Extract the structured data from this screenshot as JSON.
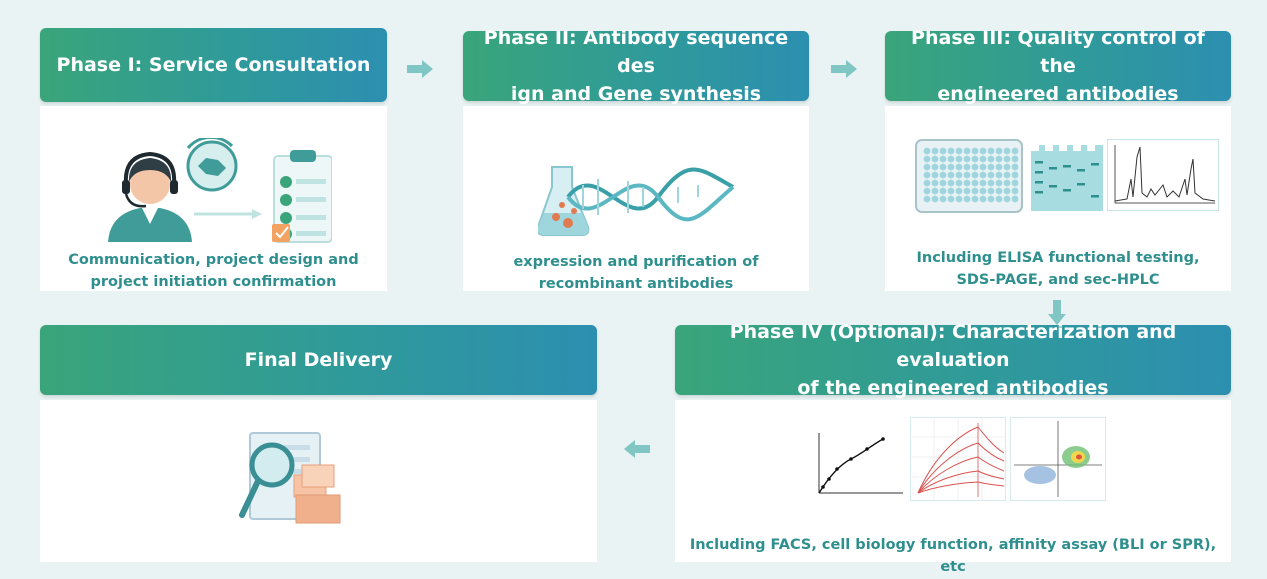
{
  "phases": [
    {
      "title": "Phase I: Service Consultation",
      "caption_lines": [
        "Communication, project design and",
        "project initiation confirmation"
      ],
      "icon": "customer-service-checklist"
    },
    {
      "title_lines": [
        "Phase II: Antibody sequence des",
        "ign and Gene synthesis"
      ],
      "caption_lines": [
        "expression and purification of",
        "recombinant antibodies"
      ],
      "icon": "flask-dna"
    },
    {
      "title_lines": [
        "Phase III: Quality control of the",
        "engineered antibodies"
      ],
      "caption_lines": [
        "Including ELISA functional testing,",
        "SDS-PAGE, and sec-HPLC"
      ],
      "icon": "plate-gel-chromatogram"
    },
    {
      "title_lines": [
        "Phase IV (Optional): Characterization and evaluation",
        "of the engineered antibodies"
      ],
      "caption_lines": [
        "Including FACS, cell biology function, affinity assay (BLI or SPR), etc"
      ],
      "icon": "curve-kinetics-facs"
    },
    {
      "title": "Final Delivery",
      "icon": "document-magnifier-boxes"
    }
  ],
  "colors": {
    "background": "#e9f3f4",
    "header_start": "#3aa57a",
    "header_end": "#2c8fb0",
    "caption": "#2e8f8e",
    "arrow": "#7fc6c4"
  }
}
